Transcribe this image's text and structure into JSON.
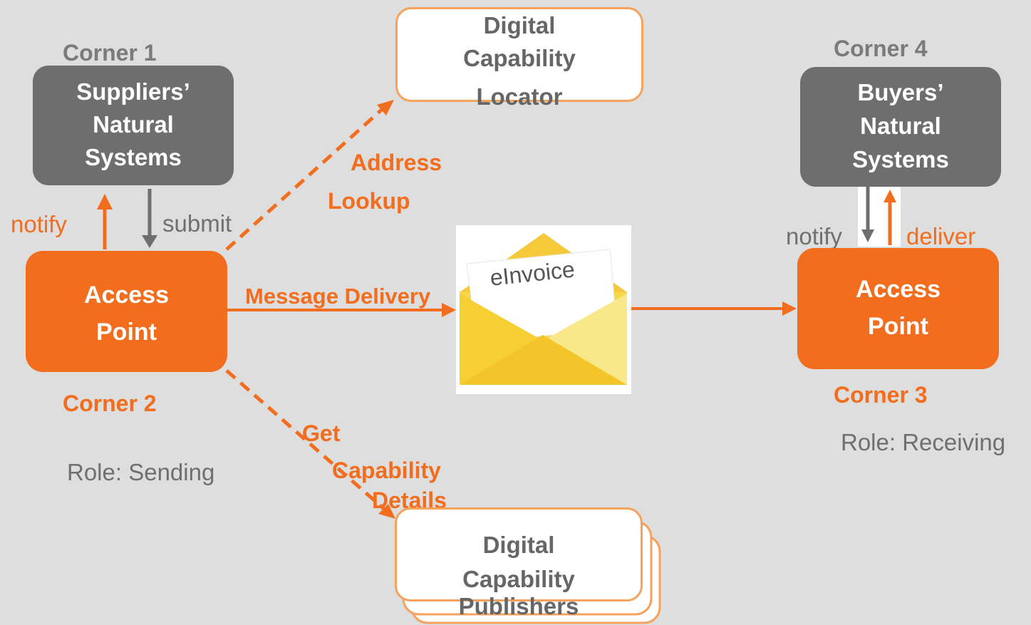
{
  "corner1": {
    "label": "Corner 1",
    "box_lines": [
      "Suppliers’",
      "Natural",
      "Systems"
    ]
  },
  "corner2": {
    "label": "Corner 2",
    "role": "Role: Sending",
    "box_lines": [
      "Access",
      "Point"
    ]
  },
  "corner3": {
    "label": "Corner 3",
    "role": "Role: Receiving",
    "box_lines": [
      "Access",
      "Point"
    ]
  },
  "corner4": {
    "label": "Corner 4",
    "box_lines": [
      "Buyers’",
      "Natural",
      "Systems"
    ]
  },
  "locator": {
    "lines": [
      "Digital",
      "Capability",
      "Locator"
    ]
  },
  "publishers": {
    "lines": [
      "Digital",
      "Capability",
      "Publishers"
    ]
  },
  "edges": {
    "notify_left": "notify",
    "submit": "submit",
    "notify_right": "notify",
    "deliver": "deliver",
    "address_lookup": [
      "Address",
      "Lookup"
    ],
    "message_delivery": "Message Delivery",
    "get_capability": [
      "Get",
      "Capability",
      "Details"
    ]
  },
  "envelope": {
    "letter_text": "eInvoice"
  },
  "colors": {
    "orange": "#f26d1d",
    "gray_box": "#6e6e6e",
    "background": "#dedede",
    "envelope_yellow": "#f7d84a"
  }
}
